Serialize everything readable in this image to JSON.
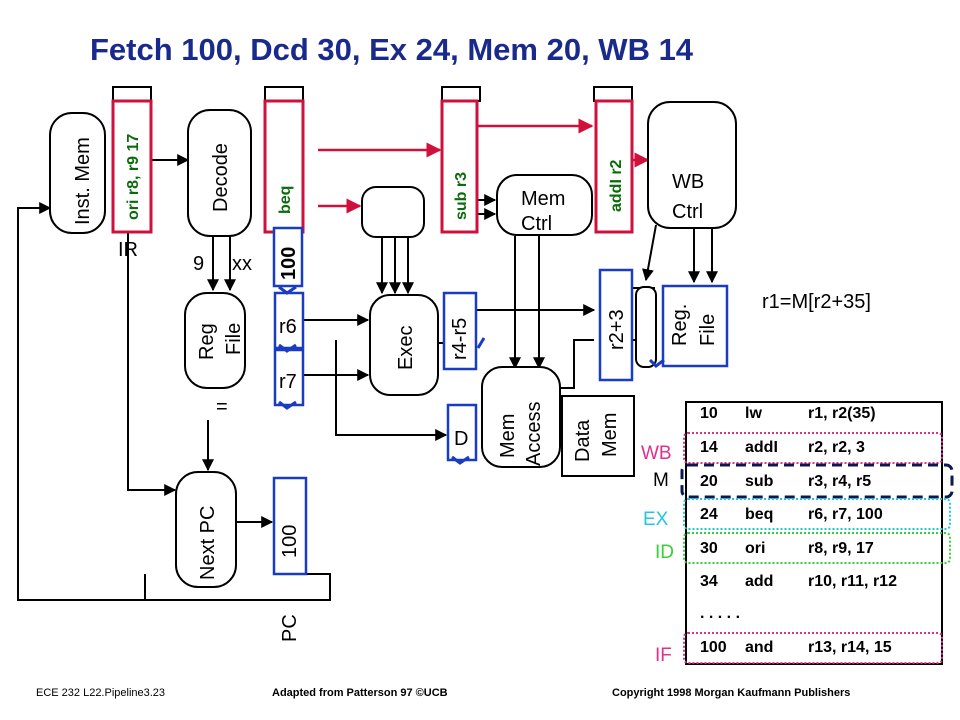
{
  "title": "Fetch 100, Dcd 30, Ex 24, Mem 20, WB 14",
  "blocks": {
    "inst_mem": "Inst. Mem",
    "decode": "Decode",
    "reg_file": [
      "Reg",
      "File"
    ],
    "exec": "Exec",
    "mem_ctrl": [
      "Mem",
      "Ctrl"
    ],
    "wb_ctrl": [
      "WB",
      "Ctrl"
    ],
    "mem_access": [
      "Mem",
      "Access"
    ],
    "data_mem": [
      "Data",
      "Mem"
    ],
    "reg_file_wb": [
      "Reg.",
      "File"
    ],
    "next_pc": "Next PC"
  },
  "pipeline_regs": {
    "ir_content": "ori r8, r9 17",
    "id_ex_content": "beq",
    "ex_mem_content": "sub r3",
    "mem_wb_content": "addI r2"
  },
  "values": {
    "ir": "IR",
    "nine": "9",
    "xx": "xx",
    "imm100": "100",
    "r6": "r6",
    "r7": "r7",
    "eq": "=",
    "r4r5": "r4-r5",
    "d": "D",
    "r2p3": "r2+3",
    "pc_value": "100",
    "pc": "PC",
    "result": "r1=M[r2+35]"
  },
  "program": [
    {
      "addr": "10",
      "op": "lw",
      "args": "r1, r2(35)"
    },
    {
      "addr": "14",
      "op": "addI",
      "args": "r2, r2, 3"
    },
    {
      "addr": "20",
      "op": "sub",
      "args": "r3, r4, r5"
    },
    {
      "addr": "24",
      "op": "beq",
      "args": "r6, r7, 100"
    },
    {
      "addr": "30",
      "op": "ori",
      "args": "r8, r9, 17"
    },
    {
      "addr": "34",
      "op": "add",
      "args": "r10, r11, r12"
    },
    {
      "addr": ". . . . .",
      "op": "",
      "args": ""
    },
    {
      "addr": "100",
      "op": "and",
      "args": "r13, r14, 15"
    }
  ],
  "stages": {
    "wb": "WB",
    "m": "M",
    "ex": "EX",
    "id": "ID",
    "if": "IF"
  },
  "colors": {
    "title": "#1a2a8c",
    "red": "#d0103c",
    "blue": "#1a3cc0",
    "green_text": "#0a6b0a",
    "wb": "#e0308c",
    "mem": "#0a1a50",
    "ex": "#20c8d8",
    "id": "#38d038",
    "if": "#e0308c"
  },
  "footer": {
    "left": "ECE 232  L22.Pipeline3.23",
    "center": "Adapted from Patterson 97 ©UCB",
    "right": "Copyright  1998 Morgan Kaufmann Publishers"
  }
}
